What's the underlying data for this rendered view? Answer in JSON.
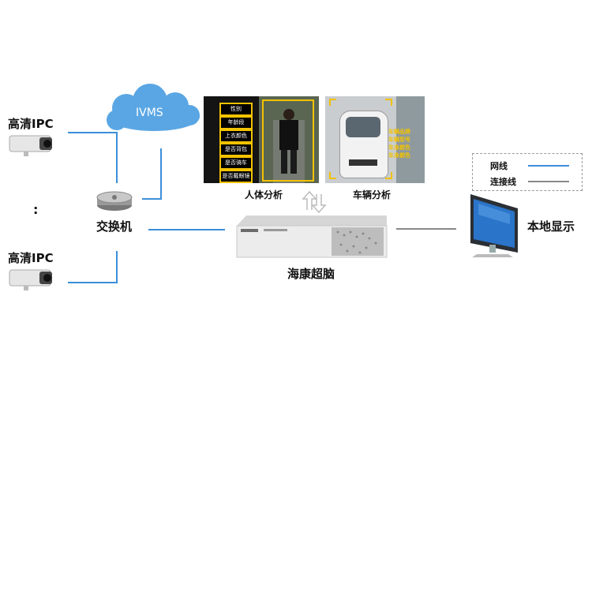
{
  "cloud_label": "IVMS",
  "camera_top_label": "高清IPC",
  "camera_bottom_label": "高清IPC",
  "ellipsis": ":",
  "switch_label": "交换机",
  "server_label": "海康超脑",
  "human_analysis_label": "人体分析",
  "vehicle_analysis_label": "车辆分析",
  "display_label": "本地显示",
  "human_attributes": [
    "性别",
    "年龄段",
    "上衣颜色",
    "是否背包",
    "是否骑车",
    "是否戴眼镜"
  ],
  "vehicle_attributes": [
    "车辆品牌",
    "车辆型号",
    "车身颜色",
    "车身颜色"
  ],
  "legend": {
    "network": "网线",
    "connection": "连接线"
  },
  "colors": {
    "network_line": "#3b8ed8",
    "connection_line": "#888888",
    "tag_border": "#f2c200"
  }
}
